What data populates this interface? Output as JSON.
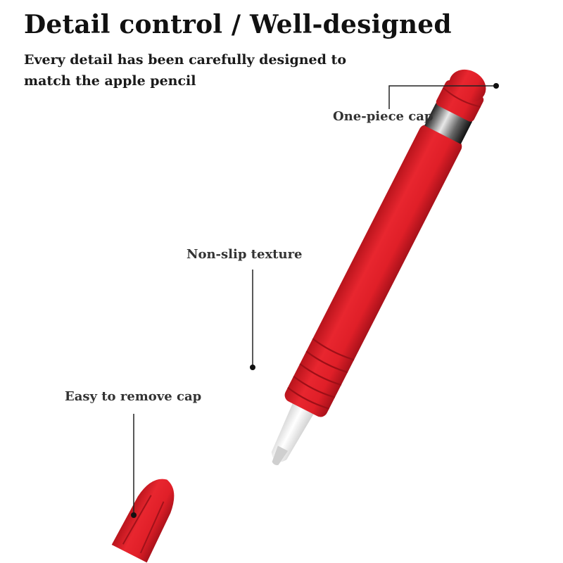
{
  "header": {
    "title": "Detail control / Well-designed",
    "subtitle": "Every detail has been carefully designed to match the apple pencil"
  },
  "callouts": {
    "one_piece_cap": "One-piece cap",
    "non_slip_texture": "Non-slip texture",
    "easy_remove_cap": "Easy to remove cap"
  },
  "colors": {
    "silicone_red": "#e3202a",
    "tip_white": "#f2f2f2",
    "leader_line": "#222222"
  }
}
